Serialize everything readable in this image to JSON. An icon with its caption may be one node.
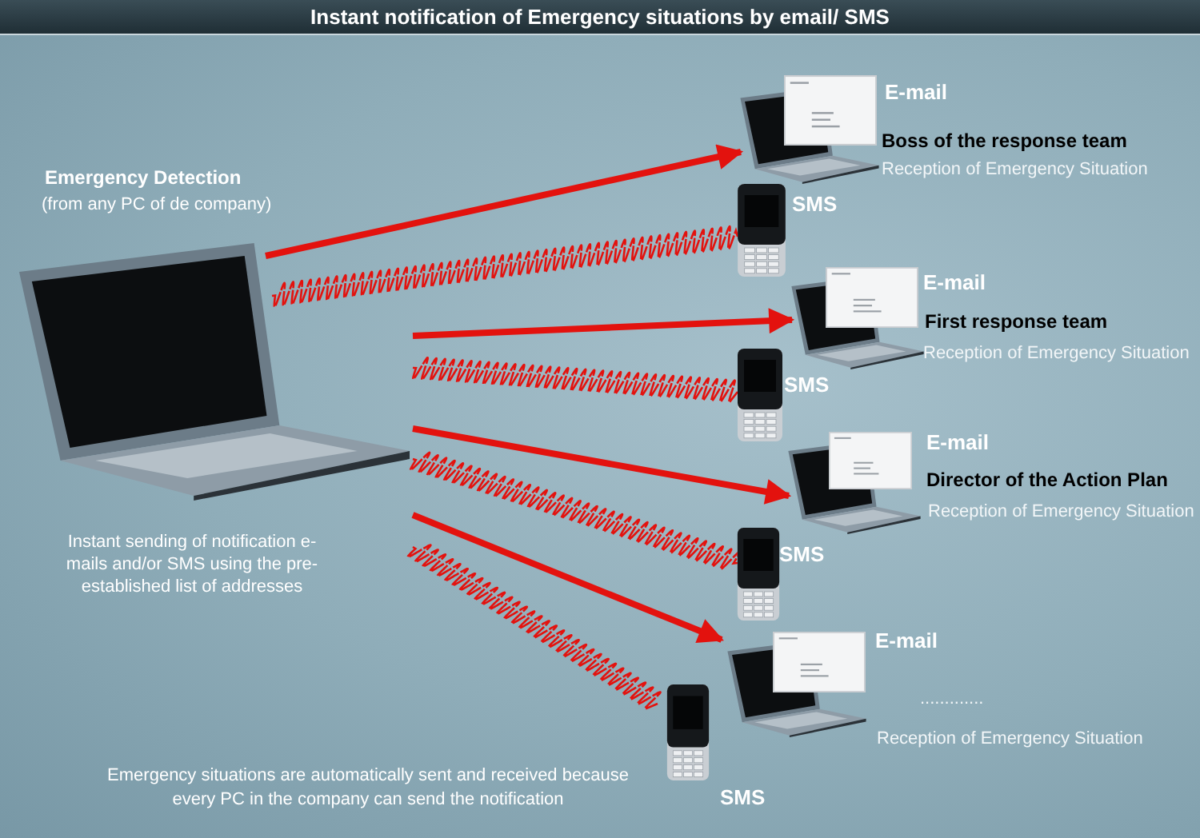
{
  "diagram": {
    "title": "Instant notification of Emergency situations by email/ SMS",
    "nodes": [
      {
        "text": [
          "Emergency Detection",
          "(from any PC of de company)"
        ],
        "beside": [
          "Instant sending of notification e-mails and/or SMS using the pre-established list of addresses"
        ]
      },
      {
        "text": [
          "E-mail",
          "Boss of the response team",
          "Reception of Emergency Situation"
        ]
      },
      {
        "text": [
          "SMS"
        ]
      },
      {
        "text": [
          "E-mail",
          "First response team",
          "Reception of Emergency Situation"
        ]
      },
      {
        "text": [
          "SMS"
        ]
      },
      {
        "text": [
          "E-mail",
          "Director of the Action Plan",
          "Reception of Emergency Situation"
        ]
      },
      {
        "text": [
          "SMS"
        ]
      },
      {
        "text": [
          "E-mail",
          ".............",
          "Reception of Emergency Situation"
        ]
      },
      {
        "text": [
          "SMS"
        ]
      }
    ],
    "edges": [
      {
        "from": 0,
        "to": 1,
        "arrow": "to",
        "style": "thick"
      },
      {
        "from": 0,
        "to": 2,
        "arrow": "none",
        "style": "dashed"
      },
      {
        "from": 0,
        "to": 3,
        "arrow": "to",
        "style": "thick"
      },
      {
        "from": 0,
        "to": 4,
        "arrow": "none",
        "style": "dashed"
      },
      {
        "from": 0,
        "to": 5,
        "arrow": "to",
        "style": "thick"
      },
      {
        "from": 0,
        "to": 6,
        "arrow": "none",
        "style": "dashed"
      },
      {
        "from": 0,
        "to": 7,
        "arrow": "to",
        "style": "thick"
      },
      {
        "from": 0,
        "to": 8,
        "arrow": "none",
        "style": "dashed"
      }
    ],
    "labels": [
      "Emergency situations are automatically sent and received because every PC in the company can send the notification"
    ]
  }
}
